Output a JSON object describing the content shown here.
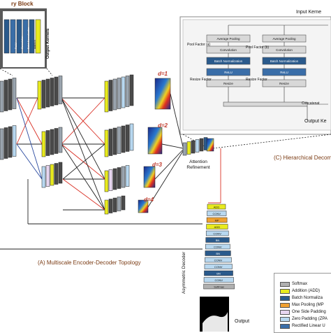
{
  "titles": {
    "multiscale": "(A) Multiscale Encoder-Decoder Topology",
    "hierarchical": "(C) Hierarchical Decom",
    "block_top": "ry Block",
    "output_kernels_left": "Output Kernels",
    "input_kernel": "Input Kerne",
    "output_kernel_right": "Output Ke",
    "attention": "Attention Refinement",
    "asym_decoder": "Asymmetric Decoder",
    "output": "Output"
  },
  "d_labels": [
    "d=1",
    "d=2",
    "d=3",
    "d=4"
  ],
  "block_layers": [
    "ReLU",
    "Convolution",
    "Batch Normalization",
    "Addition"
  ],
  "hier_boxes": [
    "Average Pooling",
    "Convolution",
    "Batch Normalization",
    "ReLU",
    "Resize"
  ],
  "hier_side_labels": [
    "Pool Factor (a)",
    "Pool Factor (b)",
    "Resize Factor",
    "Resize Factor",
    "Concatenat"
  ],
  "decoder_layers": [
    "ADD",
    "CONV",
    "MP",
    "ADD",
    "CONV",
    "BN",
    "CONV",
    "BN",
    "CONV",
    "CONV",
    "BN",
    "CONV",
    "Softmax"
  ],
  "legend": [
    {
      "label": "Softmax",
      "color": "#b0b0b0"
    },
    {
      "label": "Addition (ADD)",
      "color": "#e8ea1e"
    },
    {
      "label": "Batch Normaliza",
      "color": "#2a5a8c"
    },
    {
      "label": "Max Pooling (MP",
      "color": "#f0a030"
    },
    {
      "label": "One Side Padding",
      "color": "#e8d6f0"
    },
    {
      "label": "Zero Padding (ZPA",
      "color": "#b8d8f0"
    },
    {
      "label": "Rectified Linear U",
      "color": "#3a6ea8"
    }
  ],
  "colors": {
    "dark_box": "#555555",
    "yellow": "#e8ea1e",
    "blue": "#2a5a8c",
    "light_blue": "#b8d8f0",
    "grey": "#a0a8b0",
    "red_line": "#d93025",
    "blue_line": "#2a4aa0"
  }
}
